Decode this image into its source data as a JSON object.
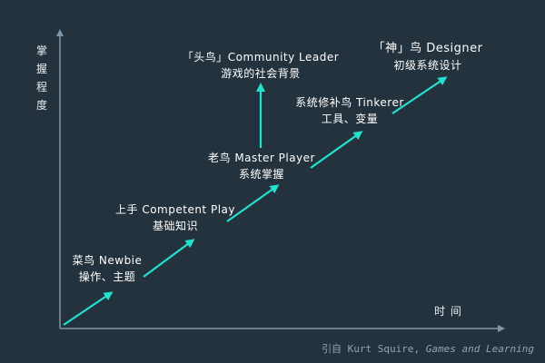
{
  "axes": {
    "y_title": "掌握程度",
    "x_title": "时 间",
    "color": "#7f97a8"
  },
  "stages": [
    {
      "title": "菜鸟 Newbie",
      "subtitle": "操作、主题"
    },
    {
      "title": "上手 Competent Play",
      "subtitle": "基础知识"
    },
    {
      "title": "老鸟 Master Player",
      "subtitle": "系统掌握"
    },
    {
      "title": "系统修补鸟 Tinkerer",
      "subtitle": "工具、变量"
    },
    {
      "title": "「神」鸟 Designer",
      "subtitle": "初级系统设计"
    },
    {
      "title": "「头鸟」Community Leader",
      "subtitle": "游戏的社会背景"
    }
  ],
  "citation": {
    "prefix": "引自 Kurt Squire,",
    "works": "Games and Learning"
  },
  "colors": {
    "background": "#24323d",
    "arrow": "#1ee3cf",
    "text": "#ffffff"
  }
}
